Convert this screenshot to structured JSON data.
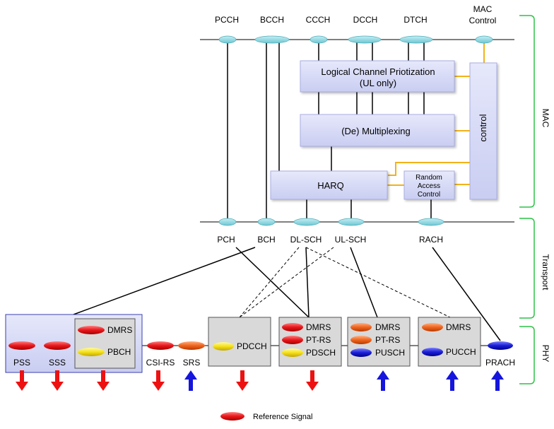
{
  "colors": {
    "cyan_ellipse": "#8fd7e0",
    "red_ellipse": "#e8171b",
    "yellow_ellipse": "#f5e11a",
    "orange_ellipse": "#f0641e",
    "blue_ellipse": "#1a1fd6",
    "mac_box": "#d8dcf6",
    "phy_box": "#d9d9d9",
    "bracket": "#2cc246",
    "control_line": "#f2b21a",
    "arrow_down": "#ee1111",
    "arrow_up": "#1515dd"
  },
  "logical_channels": [
    "PCCH",
    "BCCH",
    "CCCH",
    "DCCH",
    "DTCH"
  ],
  "mac_control_label": [
    "MAC",
    "Control"
  ],
  "mac_blocks": {
    "prioritization": [
      "Logical Channel Priotization",
      "(UL only)"
    ],
    "multiplexing": "(De) Multiplexing",
    "harq": "HARQ",
    "random_access": [
      "Random",
      "Access",
      "Control"
    ],
    "control": "control"
  },
  "transport_channels": [
    "PCH",
    "BCH",
    "DL-SCH",
    "UL-SCH",
    "RACH"
  ],
  "layers": {
    "mac": "MAC",
    "transport": "Transport",
    "phy": "PHY"
  },
  "phy_signals": {
    "pss": "PSS",
    "sss": "SSS",
    "pbch_group": [
      "DMRS",
      "PBCH"
    ],
    "csi_rs": "CSI-RS",
    "srs": "SRS",
    "pdcch": "PDCCH",
    "pdsch_group": [
      "DMRS",
      "PT-RS",
      "PDSCH"
    ],
    "pusch_group": [
      "DMRS",
      "PT-RS",
      "PUSCH"
    ],
    "pucch_group": [
      "DMRS",
      "PUCCH"
    ],
    "prach": "PRACH"
  },
  "legend": {
    "reference_signal": "Reference Signal"
  }
}
